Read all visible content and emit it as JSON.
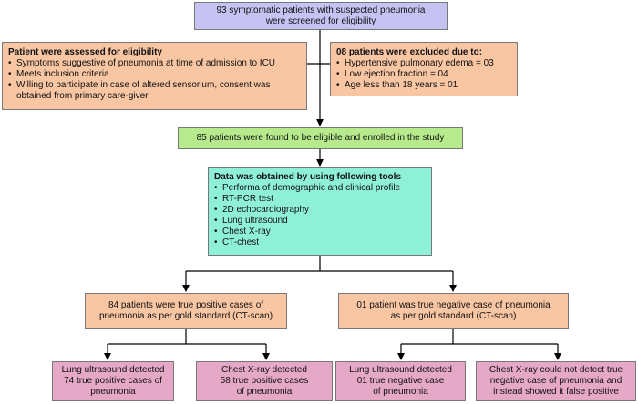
{
  "screening": {
    "line1": "93 symptomatic patients with suspected pneumonia",
    "line2": "were screened for eligibility"
  },
  "assessment": {
    "title": "Patient were assessed for eligibility",
    "items": [
      "Symptoms suggestive of pneumonia at time of admission to ICU",
      "Meets inclusion criteria",
      "Willing to participate in case of altered sensorium, consent was obtained from primary care-giver"
    ]
  },
  "exclusion": {
    "title": "08 patients were excluded due to:",
    "items": [
      "Hypertensive pulmonary edema = 03",
      "Low ejection fraction = 04",
      "Age less than 18 years = 01"
    ]
  },
  "enrolled": {
    "text": "85 patients were found to be eligible and enrolled in the study"
  },
  "tools": {
    "title": "Data was obtained by using following tools",
    "items": [
      "Performa of demographic and clinical profile",
      "RT-PCR test",
      "2D echocardiography",
      "Lung ultrasound",
      "Chest X-ray",
      "CT-chest"
    ]
  },
  "true_positive": {
    "line1": "84 patients were true positive cases of",
    "line2": "pneumonia as per gold standard (CT-scan)"
  },
  "true_negative": {
    "line1": "01 patient was true negative case of pneumonia",
    "line2": "as per gold standard (CT-scan)"
  },
  "results": [
    {
      "line1": "Lung ultrasound detected",
      "line2": "74 true positive cases of",
      "line3": "pneumonia"
    },
    {
      "line1": "Chest X-ray detected",
      "line2": "58 true positive cases",
      "line3": "of pneumonia"
    },
    {
      "line1": "Lung ultrasound detected",
      "line2": "01 true negative case",
      "line3": "of pneumonia"
    },
    {
      "line1": "Chest X-ray could not detect true",
      "line2": "negative case of pneumonia and",
      "line3": "instead showed it false positive"
    }
  ]
}
